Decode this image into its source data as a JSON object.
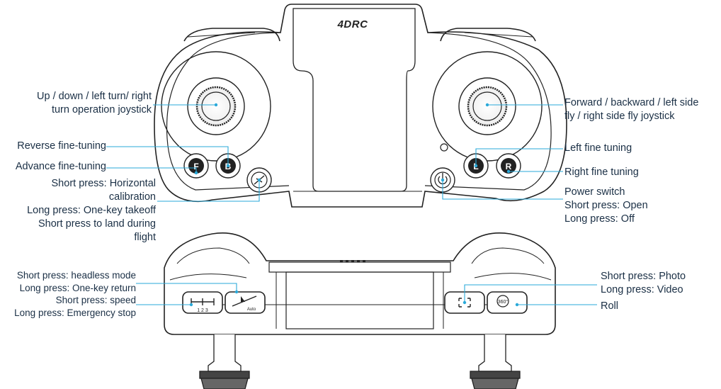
{
  "brand": {
    "logo_text": "4DRC"
  },
  "top_view": {
    "left_labels": [
      {
        "id": "joystick-left",
        "text": "Up / down / left turn/ right\nturn operation joystick"
      },
      {
        "id": "reverse-trim",
        "text": "Reverse fine-tuning"
      },
      {
        "id": "advance-trim",
        "text": "Advance fine-tuning"
      },
      {
        "id": "calib-takeoff",
        "text": "Short press: Horizontal\ncalibration\nLong press: One-key takeoff\nShort press to land during\nflight"
      }
    ],
    "right_labels": [
      {
        "id": "joystick-right",
        "text": "Forward / backward / left side\nfly / right side fly joystick"
      },
      {
        "id": "left-trim",
        "text": "Left fine tuning"
      },
      {
        "id": "right-trim",
        "text": "Right fine tuning"
      },
      {
        "id": "power",
        "text": "Power switch\nShort press: Open\nLong press: Off"
      }
    ],
    "button_glyphs": {
      "advance": "F",
      "reverse": "B",
      "left": "L",
      "right": "R"
    }
  },
  "bottom_view": {
    "left_labels": [
      {
        "id": "headless-return",
        "text": "Short press: headless mode\nLong press: One-key return"
      },
      {
        "id": "speed-stop",
        "text": "Short press: speed\nLong press: Emergency stop"
      }
    ],
    "right_labels": [
      {
        "id": "photo-video",
        "text": "Short press: Photo\nLong press: Video"
      },
      {
        "id": "roll",
        "text": "Roll"
      }
    ],
    "button_glyphs": {
      "speed": "1 2 3",
      "roll": "360°",
      "auto": "Auto"
    }
  },
  "colors": {
    "leader_line": "#2aa9d9",
    "label_text": "#1a2f45",
    "outline": "#222222"
  }
}
